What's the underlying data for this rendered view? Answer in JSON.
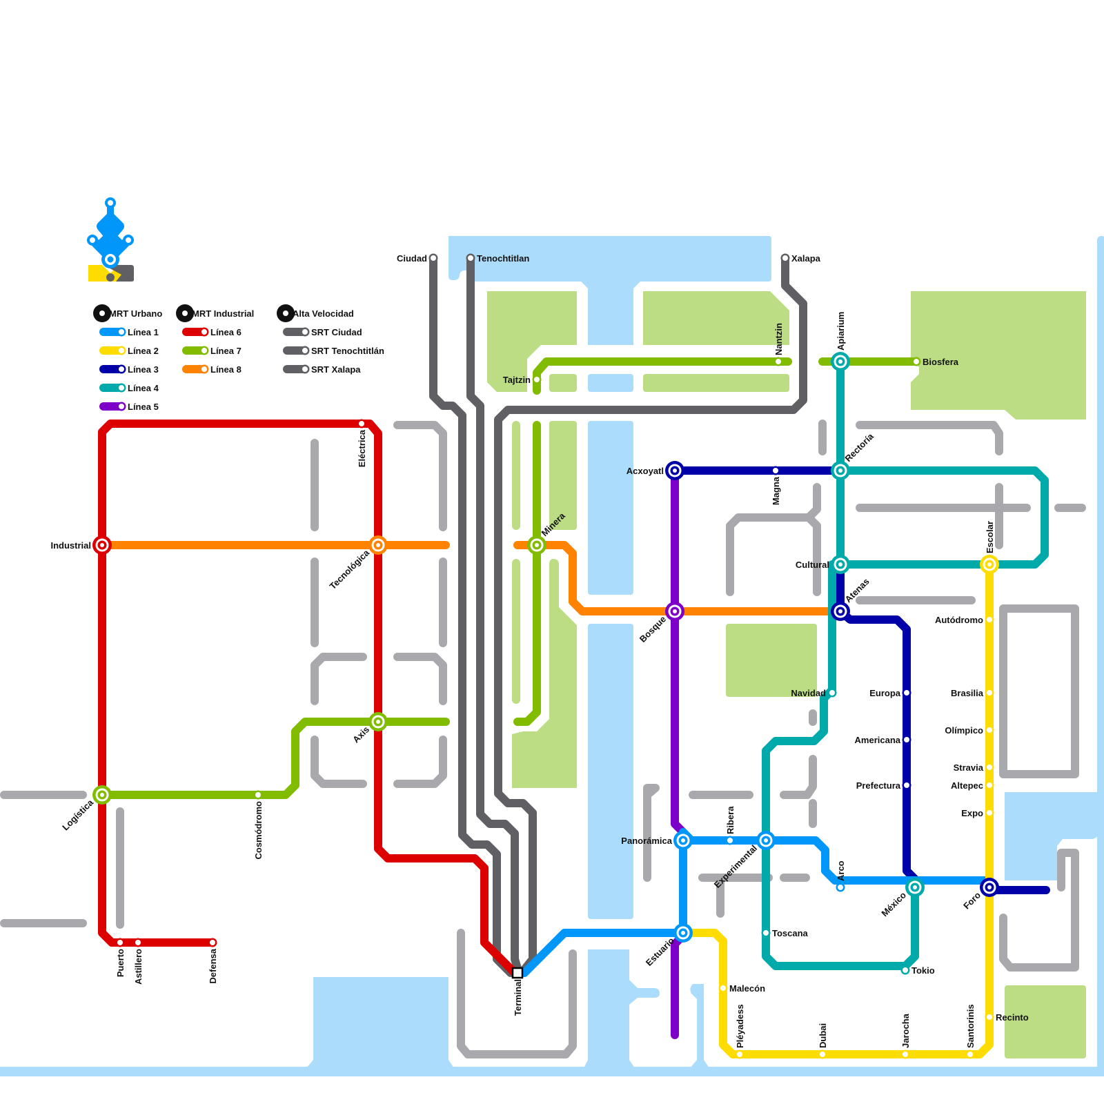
{
  "map_title": "Transit network map",
  "colors": {
    "linea_1": "#0096fa",
    "linea_2": "#ffdc00",
    "linea_3": "#0000a8",
    "linea_4": "#00aaaa",
    "linea_5": "#7d00c8",
    "linea_6": "#dc0000",
    "linea_7": "#82bc00",
    "linea_8": "#ff8200",
    "srt": "#606064",
    "street": "#a9a9ad",
    "water": "#acdcfc",
    "park": "#bcdd84"
  },
  "legend": {
    "groups": [
      {
        "title": "MRT Urbano",
        "items": [
          {
            "label": "Línea 1",
            "line": "linea_1"
          },
          {
            "label": "Línea 2",
            "line": "linea_2"
          },
          {
            "label": "Línea 3",
            "line": "linea_3"
          },
          {
            "label": "Línea 4",
            "line": "linea_4"
          },
          {
            "label": "Línea 5",
            "line": "linea_5"
          }
        ]
      },
      {
        "title": "MRT Industrial",
        "items": [
          {
            "label": "Línea 6",
            "line": "linea_6"
          },
          {
            "label": "Línea 7",
            "line": "linea_7"
          },
          {
            "label": "Línea 8",
            "line": "linea_8"
          }
        ]
      },
      {
        "title": "Alta Velocidad",
        "items": [
          {
            "label": "SRT Ciudad",
            "line": "srt"
          },
          {
            "label": "SRT Tenochtitlán",
            "line": "srt"
          },
          {
            "label": "SRT Xalapa",
            "line": "srt"
          }
        ]
      }
    ]
  },
  "lines": [
    {
      "id": "linea_1",
      "name": "Línea 1"
    },
    {
      "id": "linea_2",
      "name": "Línea 2"
    },
    {
      "id": "linea_3",
      "name": "Línea 3"
    },
    {
      "id": "linea_4",
      "name": "Línea 4"
    },
    {
      "id": "linea_5",
      "name": "Línea 5"
    },
    {
      "id": "linea_6",
      "name": "Línea 6"
    },
    {
      "id": "linea_7",
      "name": "Línea 7"
    },
    {
      "id": "linea_8",
      "name": "Línea 8"
    },
    {
      "id": "srt_ciudad",
      "name": "SRT Ciudad"
    },
    {
      "id": "srt_tenochtitlan",
      "name": "SRT Tenochtitlán"
    },
    {
      "id": "srt_xalapa",
      "name": "SRT Xalapa"
    }
  ],
  "stations": [
    {
      "name": "Ciudad",
      "type": "terminus",
      "lines": [
        "srt_ciudad"
      ]
    },
    {
      "name": "Tenochtitlan",
      "type": "terminus",
      "lines": [
        "srt_tenochtitlan"
      ]
    },
    {
      "name": "Xalapa",
      "type": "terminus",
      "lines": [
        "srt_xalapa"
      ]
    },
    {
      "name": "Terminal",
      "type": "hub",
      "lines": [
        "linea_1",
        "linea_6",
        "srt_ciudad",
        "srt_tenochtitlan",
        "srt_xalapa"
      ]
    },
    {
      "name": "Tajtzin",
      "type": "stop",
      "lines": [
        "linea_7"
      ]
    },
    {
      "name": "Nantzin",
      "type": "stop",
      "lines": [
        "linea_7"
      ]
    },
    {
      "name": "Apiarium",
      "type": "interchange",
      "lines": [
        "linea_4",
        "linea_7"
      ]
    },
    {
      "name": "Biosfera",
      "type": "stop",
      "lines": [
        "linea_7"
      ]
    },
    {
      "name": "Eléctrica",
      "type": "stop",
      "lines": [
        "linea_6"
      ]
    },
    {
      "name": "Industrial",
      "type": "interchange",
      "lines": [
        "linea_6",
        "linea_8"
      ]
    },
    {
      "name": "Tecnológica",
      "type": "interchange",
      "lines": [
        "linea_6",
        "linea_8"
      ]
    },
    {
      "name": "Minera",
      "type": "interchange",
      "lines": [
        "linea_7",
        "linea_8"
      ]
    },
    {
      "name": "Axis",
      "type": "interchange",
      "lines": [
        "linea_6",
        "linea_7"
      ]
    },
    {
      "name": "Logística",
      "type": "interchange",
      "lines": [
        "linea_6",
        "linea_7"
      ]
    },
    {
      "name": "Cosmódromo",
      "type": "stop",
      "lines": [
        "linea_7"
      ]
    },
    {
      "name": "Puerto",
      "type": "stop",
      "lines": [
        "linea_6"
      ]
    },
    {
      "name": "Astillero",
      "type": "stop",
      "lines": [
        "linea_6"
      ]
    },
    {
      "name": "Defensa",
      "type": "stop",
      "lines": [
        "linea_6"
      ]
    },
    {
      "name": "Acxoyatl",
      "type": "interchange",
      "lines": [
        "linea_3",
        "linea_5"
      ]
    },
    {
      "name": "Magna",
      "type": "stop",
      "lines": [
        "linea_3"
      ]
    },
    {
      "name": "Rectoría",
      "type": "interchange",
      "lines": [
        "linea_3",
        "linea_4"
      ]
    },
    {
      "name": "Cultural",
      "type": "interchange",
      "lines": [
        "linea_3",
        "linea_4"
      ]
    },
    {
      "name": "Escolar",
      "type": "interchange",
      "lines": [
        "linea_2",
        "linea_4"
      ]
    },
    {
      "name": "Atenas",
      "type": "interchange",
      "lines": [
        "linea_3",
        "linea_4",
        "linea_8"
      ]
    },
    {
      "name": "Bosque",
      "type": "interchange",
      "lines": [
        "linea_5",
        "linea_8"
      ]
    },
    {
      "name": "Autódromo",
      "type": "stop",
      "lines": [
        "linea_2"
      ]
    },
    {
      "name": "Navidad",
      "type": "stop",
      "lines": [
        "linea_4"
      ]
    },
    {
      "name": "Europa",
      "type": "stop",
      "lines": [
        "linea_3"
      ]
    },
    {
      "name": "Brasilia",
      "type": "stop",
      "lines": [
        "linea_2"
      ]
    },
    {
      "name": "Olímpico",
      "type": "stop",
      "lines": [
        "linea_2"
      ]
    },
    {
      "name": "Americana",
      "type": "stop",
      "lines": [
        "linea_3"
      ]
    },
    {
      "name": "Stravia",
      "type": "stop",
      "lines": [
        "linea_2"
      ]
    },
    {
      "name": "Altepec",
      "type": "stop",
      "lines": [
        "linea_2"
      ]
    },
    {
      "name": "Prefectura",
      "type": "stop",
      "lines": [
        "linea_3"
      ]
    },
    {
      "name": "Expo",
      "type": "stop",
      "lines": [
        "linea_2"
      ]
    },
    {
      "name": "Panorámica",
      "type": "interchange",
      "lines": [
        "linea_1",
        "linea_5"
      ]
    },
    {
      "name": "Ribera",
      "type": "stop",
      "lines": [
        "linea_1"
      ]
    },
    {
      "name": "Experimental",
      "type": "interchange",
      "lines": [
        "linea_1",
        "linea_4"
      ]
    },
    {
      "name": "Arco",
      "type": "stop",
      "lines": [
        "linea_1"
      ]
    },
    {
      "name": "México",
      "type": "interchange",
      "lines": [
        "linea_1",
        "linea_4"
      ]
    },
    {
      "name": "Foro",
      "type": "interchange",
      "lines": [
        "linea_1",
        "linea_2",
        "linea_3"
      ]
    },
    {
      "name": "Estuario",
      "type": "interchange",
      "lines": [
        "linea_1",
        "linea_2",
        "linea_5"
      ]
    },
    {
      "name": "Toscana",
      "type": "stop",
      "lines": [
        "linea_4"
      ]
    },
    {
      "name": "Tokio",
      "type": "stop",
      "lines": [
        "linea_4"
      ]
    },
    {
      "name": "Malecón",
      "type": "stop",
      "lines": [
        "linea_2"
      ]
    },
    {
      "name": "Pléyadess",
      "type": "stop",
      "lines": [
        "linea_2"
      ]
    },
    {
      "name": "Dubai",
      "type": "stop",
      "lines": [
        "linea_2"
      ]
    },
    {
      "name": "Jarocha",
      "type": "stop",
      "lines": [
        "linea_2"
      ]
    },
    {
      "name": "Santorinis",
      "type": "stop",
      "lines": [
        "linea_2"
      ]
    },
    {
      "name": "Recinto",
      "type": "stop",
      "lines": [
        "linea_2"
      ]
    }
  ]
}
